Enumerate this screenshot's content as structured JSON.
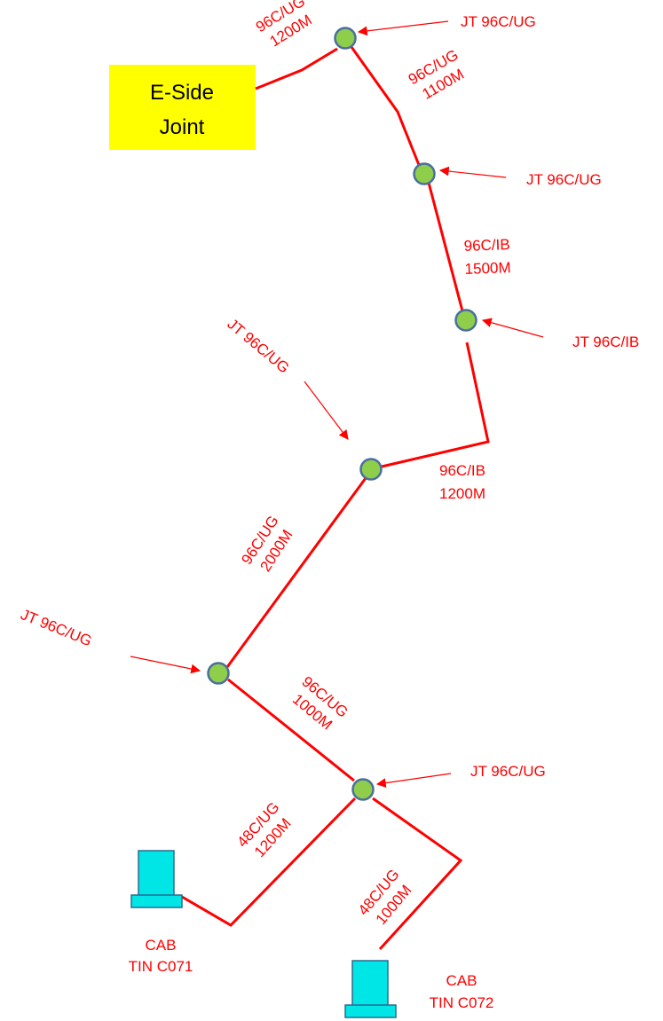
{
  "e_side_joint": {
    "line1": "E-Side",
    "line2": "Joint"
  },
  "joints": [
    {
      "label": "JT 96C/UG"
    },
    {
      "label": "JT 96C/UG"
    },
    {
      "label": "JT 96C/IB"
    },
    {
      "label": "JT 96C/UG"
    },
    {
      "label": "JT 96C/UG"
    },
    {
      "label": "JT 96C/UG"
    }
  ],
  "cables": [
    {
      "type": "96C/UG",
      "length": "1200M"
    },
    {
      "type": "96C/UG",
      "length": "1100M"
    },
    {
      "type": "96C/IB",
      "length": "1500M"
    },
    {
      "type": "96C/IB",
      "length": "1200M"
    },
    {
      "type": "96C/UG",
      "length": "2000M"
    },
    {
      "type": "96C/UG",
      "length": "1000M"
    },
    {
      "type": "48C/UG",
      "length": "1200M"
    },
    {
      "type": "48C/UG",
      "length": "1000M"
    }
  ],
  "cabinets": [
    {
      "line1": "CAB",
      "line2": "TIN C071"
    },
    {
      "line1": "CAB",
      "line2": "TIN C072"
    }
  ],
  "colors": {
    "cable": "#ff0000",
    "joint_fill": "#8fce4a",
    "joint_stroke": "#4a6f9e",
    "e_side_box": "#ffff00",
    "cabinet": "#00e5e5"
  }
}
